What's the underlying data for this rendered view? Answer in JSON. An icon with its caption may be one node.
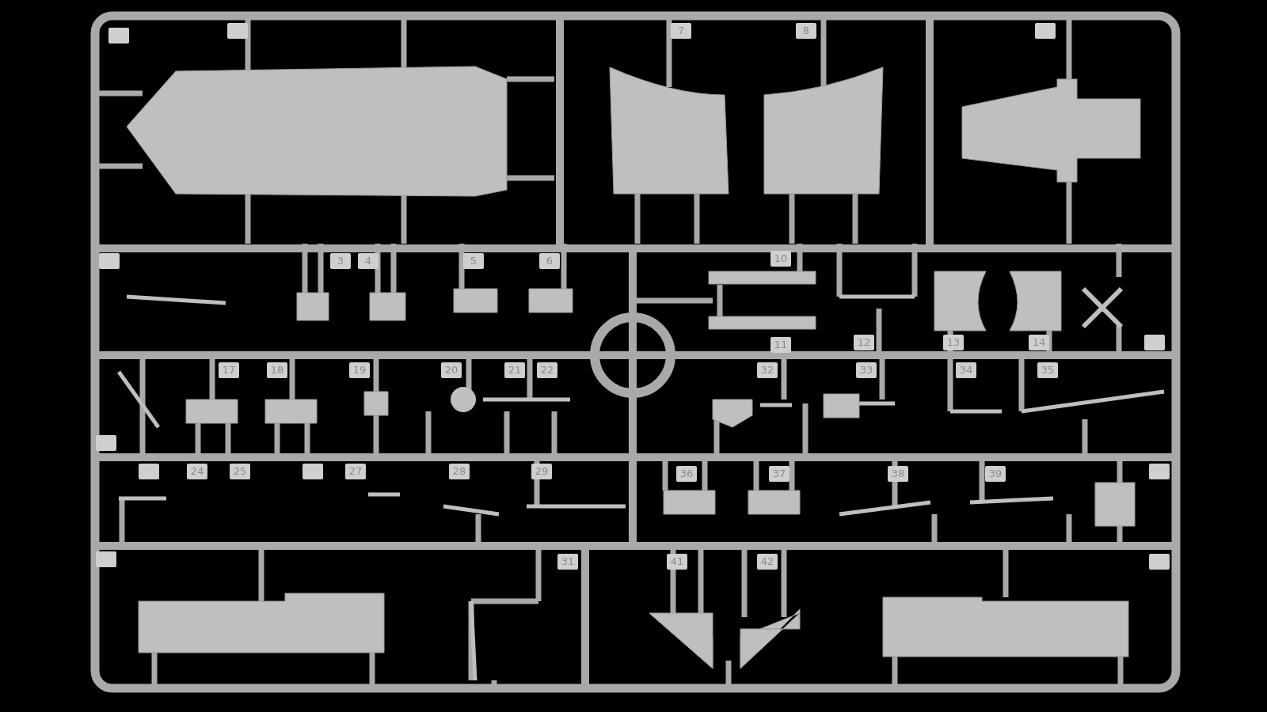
{
  "diagram": {
    "labels": [
      "7",
      "8",
      "3",
      "4",
      "5",
      "6",
      "10",
      "11",
      "12",
      "13",
      "14",
      "17",
      "18",
      "19",
      "20",
      "21",
      "22",
      "32",
      "33",
      "34",
      "35",
      "24",
      "25",
      "27",
      "28",
      "29",
      "36",
      "37",
      "38",
      "39",
      "31",
      "41",
      "42"
    ]
  }
}
